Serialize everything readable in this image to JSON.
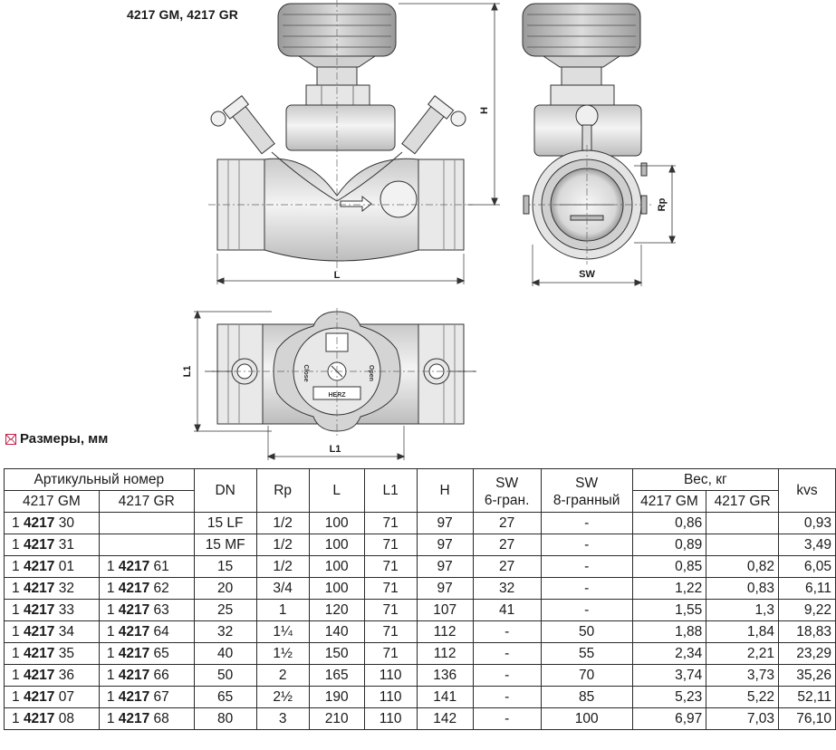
{
  "product_title": "4217 GM, 4217 GR",
  "drawing_labels": {
    "length": "L",
    "height": "H",
    "length_l1": "L1",
    "thread": "Rp",
    "wrench_size": "SW",
    "close": "Close",
    "open": "Open",
    "brand": "HERZ"
  },
  "section_heading": "Размеры, мм",
  "table": {
    "headers": {
      "article": "Артикульный номер",
      "article_gm": "4217 GM",
      "article_gr": "4217 GR",
      "dn": "DN",
      "rp": "Rp",
      "l": "L",
      "l1": "L1",
      "h": "H",
      "sw6_top": "SW",
      "sw6_bottom": "6-гран.",
      "sw8_top": "SW",
      "sw8_bottom": "8-гранный",
      "weight": "Вес, кг",
      "weight_gm": "4217 GM",
      "weight_gr": "4217 GR",
      "kvs": "kvs"
    },
    "rows": [
      {
        "gm": [
          "1 ",
          "4217",
          " 30"
        ],
        "gr": [
          "",
          "",
          ""
        ],
        "dn": "15 LF",
        "rp": "1/2",
        "l": "100",
        "l1": "71",
        "h": "97",
        "sw6": "27",
        "sw8": "-",
        "w_gm": "0,86",
        "w_gr": "",
        "kvs": "0,93"
      },
      {
        "gm": [
          "1 ",
          "4217",
          " 31"
        ],
        "gr": [
          "",
          "",
          ""
        ],
        "dn": "15 MF",
        "rp": "1/2",
        "l": "100",
        "l1": "71",
        "h": "97",
        "sw6": "27",
        "sw8": "-",
        "w_gm": "0,89",
        "w_gr": "",
        "kvs": "3,49"
      },
      {
        "gm": [
          "1 ",
          "4217",
          " 01"
        ],
        "gr": [
          "1 ",
          "4217",
          " 61"
        ],
        "dn": "15",
        "rp": "1/2",
        "l": "100",
        "l1": "71",
        "h": "97",
        "sw6": "27",
        "sw8": "-",
        "w_gm": "0,85",
        "w_gr": "0,82",
        "kvs": "6,05"
      },
      {
        "gm": [
          "1 ",
          "4217",
          " 32"
        ],
        "gr": [
          "1 ",
          "4217",
          " 62"
        ],
        "dn": "20",
        "rp": "3/4",
        "l": "100",
        "l1": "71",
        "h": "97",
        "sw6": "32",
        "sw8": "-",
        "w_gm": "1,22",
        "w_gr": "0,83",
        "kvs": "6,11"
      },
      {
        "gm": [
          "1 ",
          "4217",
          " 33"
        ],
        "gr": [
          "1 ",
          "4217",
          " 63"
        ],
        "dn": "25",
        "rp": "1",
        "l": "120",
        "l1": "71",
        "h": "107",
        "sw6": "41",
        "sw8": "-",
        "w_gm": "1,55",
        "w_gr": "1,3",
        "kvs": "9,22"
      },
      {
        "gm": [
          "1 ",
          "4217",
          " 34"
        ],
        "gr": [
          "1 ",
          "4217",
          " 64"
        ],
        "dn": "32",
        "rp": "1¼",
        "l": "140",
        "l1": "71",
        "h": "112",
        "sw6": "-",
        "sw8": "50",
        "w_gm": "1,88",
        "w_gr": "1,84",
        "kvs": "18,83"
      },
      {
        "gm": [
          "1 ",
          "4217",
          " 35"
        ],
        "gr": [
          "1 ",
          "4217",
          " 65"
        ],
        "dn": "40",
        "rp": "1½",
        "l": "150",
        "l1": "71",
        "h": "112",
        "sw6": "-",
        "sw8": "55",
        "w_gm": "2,34",
        "w_gr": "2,21",
        "kvs": "23,29"
      },
      {
        "gm": [
          "1 ",
          "4217",
          " 36"
        ],
        "gr": [
          "1 ",
          "4217",
          " 66"
        ],
        "dn": "50",
        "rp": "2",
        "l": "165",
        "l1": "110",
        "h": "136",
        "sw6": "-",
        "sw8": "70",
        "w_gm": "3,74",
        "w_gr": "3,73",
        "kvs": "35,26"
      },
      {
        "gm": [
          "1 ",
          "4217",
          " 07"
        ],
        "gr": [
          "1 ",
          "4217",
          " 67"
        ],
        "dn": "65",
        "rp": "2½",
        "l": "190",
        "l1": "110",
        "h": "141",
        "sw6": "-",
        "sw8": "85",
        "w_gm": "5,23",
        "w_gr": "5,22",
        "kvs": "52,11"
      },
      {
        "gm": [
          "1 ",
          "4217",
          " 08"
        ],
        "gr": [
          "1 ",
          "4217",
          " 68"
        ],
        "dn": "80",
        "rp": "3",
        "l": "210",
        "l1": "110",
        "h": "142",
        "sw6": "-",
        "sw8": "100",
        "w_gm": "6,97",
        "w_gr": "7,03",
        "kvs": "76,10"
      }
    ]
  }
}
